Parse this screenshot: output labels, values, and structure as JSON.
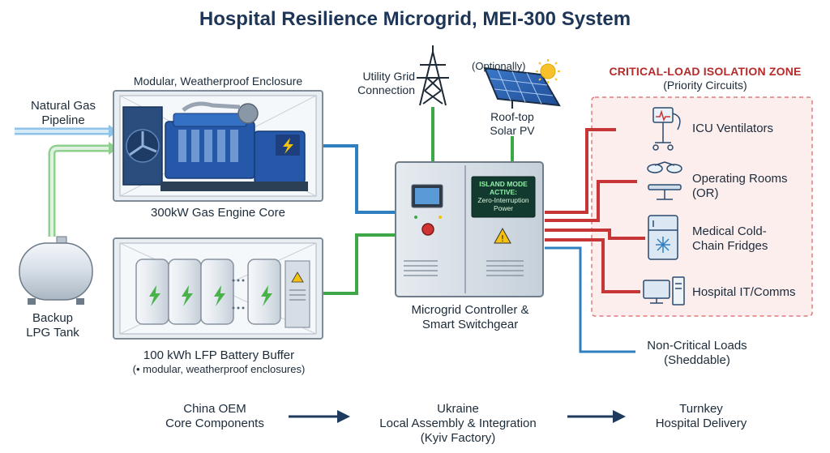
{
  "title": "Hospital Resilience Microgrid, MEI-300 System",
  "inputs": {
    "natural_gas": [
      "Natural Gas",
      "Pipeline"
    ],
    "lpg": [
      "Backup",
      "LPG Tank"
    ]
  },
  "engine": {
    "enclosure_label": "Modular, Weatherproof Enclosure",
    "label": "300kW Gas Engine Core"
  },
  "battery": {
    "label": "100 kWh LFP Battery Buffer",
    "sublabel": "(• modular, weatherproof enclosures)"
  },
  "grid": [
    "Utility Grid",
    "Connection"
  ],
  "solar": {
    "note": "(Optionally)",
    "label": [
      "Roof-top",
      "Solar PV"
    ]
  },
  "controller": {
    "screen": [
      "ISLAND MODE",
      "ACTIVE:",
      "Zero-Interruption",
      "Power"
    ],
    "label": [
      "Microgrid Controller &",
      "Smart Switchgear"
    ]
  },
  "zone": {
    "title": "CRITICAL-LOAD ISOLATION ZONE",
    "subtitle": "(Priority Circuits)",
    "loads": [
      {
        "label": [
          "ICU Ventilators"
        ],
        "icon": "ventilator-icon"
      },
      {
        "label": [
          "Operating Rooms",
          "(OR)"
        ],
        "icon": "operating-lamp-icon"
      },
      {
        "label": [
          "Medical Cold-",
          "Chain Fridges"
        ],
        "icon": "fridge-icon"
      },
      {
        "label": [
          "Hospital IT/Comms"
        ],
        "icon": "computer-icon"
      }
    ]
  },
  "noncritical": [
    "Non-Critical Loads",
    "(Sheddable)"
  ],
  "supply_chain": [
    [
      "China OEM",
      "Core Components"
    ],
    [
      "Ukraine",
      "Local Assembly & Integration",
      "(Kyiv Factory)"
    ],
    [
      "Turnkey",
      "Hospital Delivery"
    ]
  ],
  "colors": {
    "title": "#1d3557",
    "gas_line": "#2f7fc1",
    "power_line": "#3ea848",
    "critical_line": "#c73636",
    "zone_border": "#e07b7b",
    "zone_fill": "#fdeeee",
    "engine_blue": "#2558a8",
    "battery_green": "#49b34a"
  }
}
